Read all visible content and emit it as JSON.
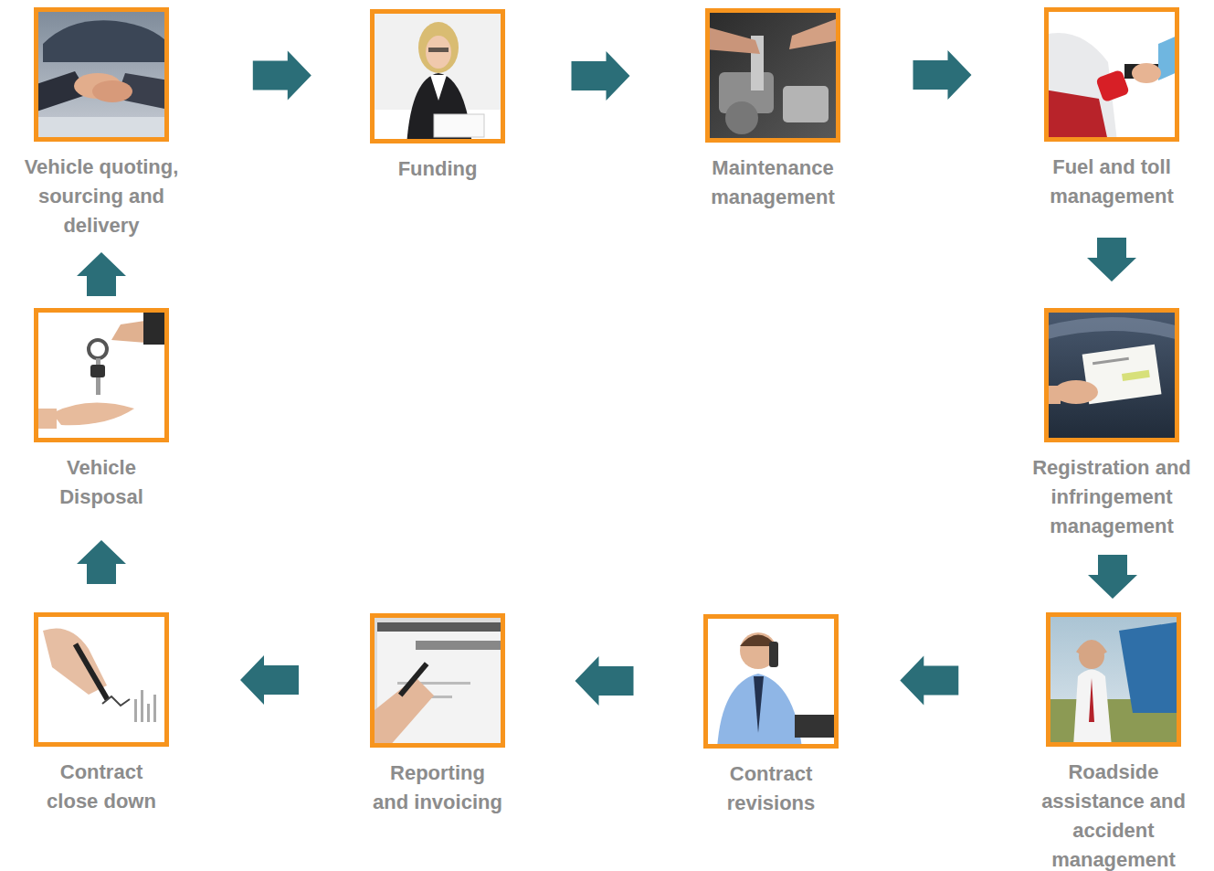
{
  "diagram": {
    "nodes": [
      {
        "text": [
          "Vehicle quoting, sourcing and delivery"
        ]
      },
      {
        "text": [
          "Funding"
        ]
      },
      {
        "text": [
          "Maintenance management"
        ]
      },
      {
        "text": [
          "Fuel and toll management"
        ]
      },
      {
        "text": [
          "Registration and infringement management"
        ]
      },
      {
        "text": [
          "Roadside assistance and accident management"
        ]
      },
      {
        "text": [
          "Contract revisions"
        ]
      },
      {
        "text": [
          "Reporting and invoicing"
        ]
      },
      {
        "text": [
          "Contract close down"
        ]
      },
      {
        "text": [
          "Vehicle Disposal"
        ]
      }
    ],
    "edges": [
      {
        "from": 0,
        "to": 1,
        "arrow": "to"
      },
      {
        "from": 1,
        "to": 2,
        "arrow": "to"
      },
      {
        "from": 2,
        "to": 3,
        "arrow": "to"
      },
      {
        "from": 3,
        "to": 4,
        "arrow": "to"
      },
      {
        "from": 4,
        "to": 5,
        "arrow": "to"
      },
      {
        "from": 5,
        "to": 6,
        "arrow": "to"
      },
      {
        "from": 6,
        "to": 7,
        "arrow": "to"
      },
      {
        "from": 7,
        "to": 8,
        "arrow": "to"
      },
      {
        "from": 8,
        "to": 9,
        "arrow": "to"
      },
      {
        "from": 9,
        "to": 0,
        "arrow": "to"
      }
    ]
  }
}
